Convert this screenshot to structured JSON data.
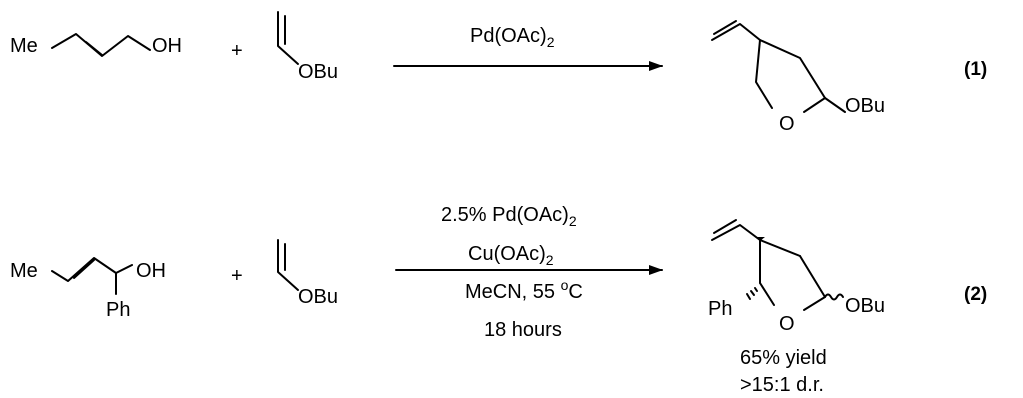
{
  "reaction1": {
    "reactant1": {
      "me": "Me",
      "oh": "OH"
    },
    "plus": "+",
    "reactant2": {
      "obu": "OBu"
    },
    "reagent": {
      "main": "Pd(OAc)",
      "sub": "2"
    },
    "product": {
      "o": "O",
      "obu": "OBu"
    },
    "number": "(1)"
  },
  "reaction2": {
    "reactant1": {
      "me": "Me",
      "oh": "OH",
      "ph": "Ph"
    },
    "plus": "+",
    "reactant2": {
      "obu": "OBu"
    },
    "conditions": {
      "line1": {
        "main": "2.5% Pd(OAc)",
        "sub": "2"
      },
      "line2": {
        "main": "Cu(OAc)",
        "sub": "2"
      },
      "line3": {
        "main": "MeCN, 55 ",
        "sup": "o",
        "end": "C"
      },
      "line4": "18 hours"
    },
    "product": {
      "ph": "Ph",
      "o": "O",
      "obu": "OBu"
    },
    "yield": "65% yield",
    "dr": ">15:1 d.r.",
    "number": "(2)"
  }
}
